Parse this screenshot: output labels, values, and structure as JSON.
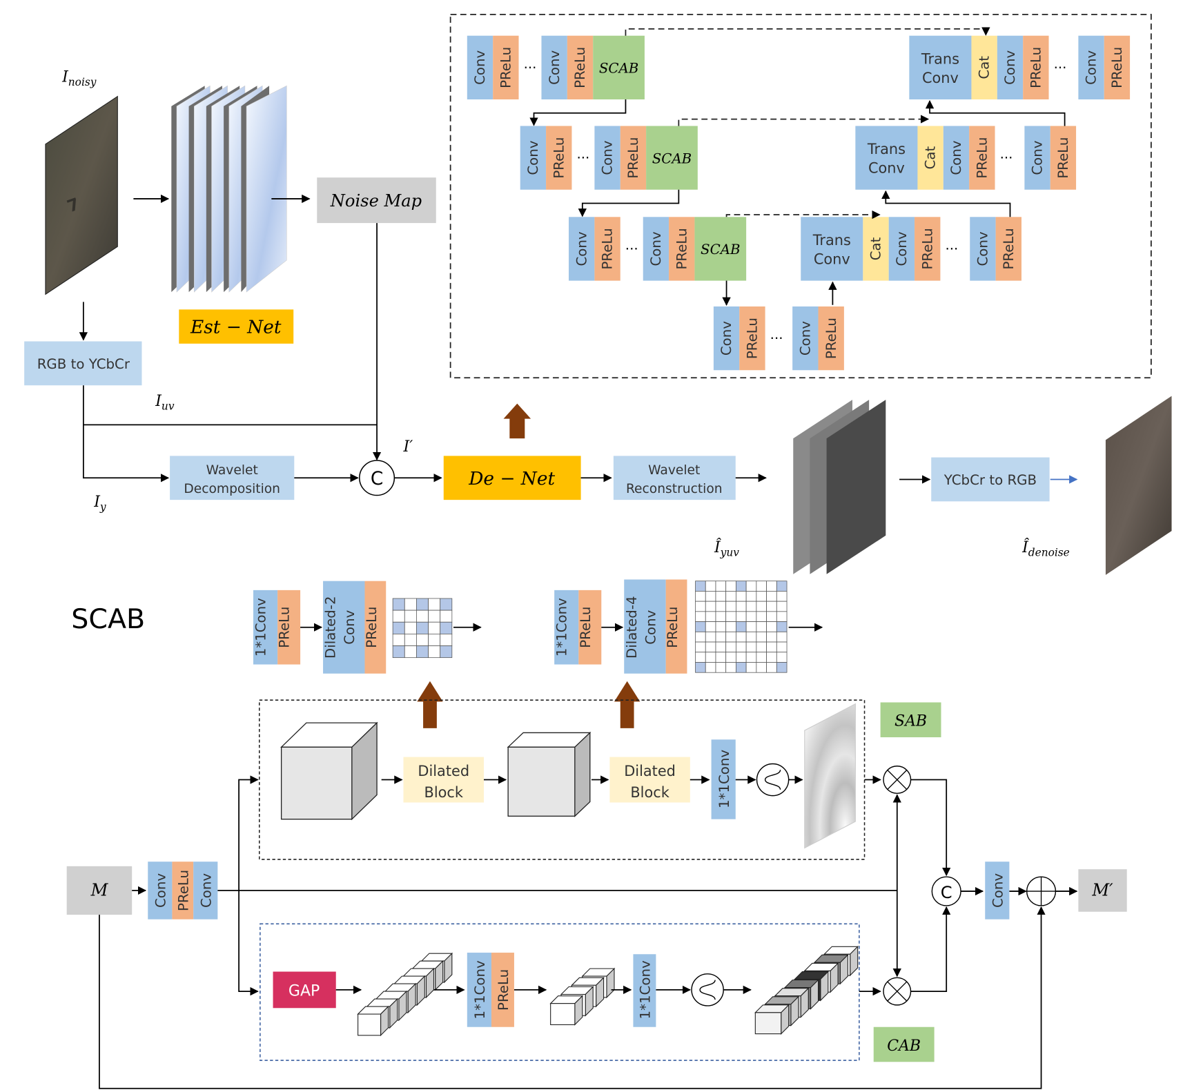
{
  "labels": {
    "i_noisy": "I_noisy",
    "i_uv": "I_uv",
    "i_y": "I_y",
    "i_prime": "I′",
    "i_yuv_hat": "Î_yuv",
    "i_denoise_hat": "Î_denoise",
    "m": "M",
    "m_prime": "M′",
    "scab_title": "SCAB"
  },
  "blocks": {
    "est_net": "Est − Net",
    "de_net": "De − Net",
    "noise_map": "Noise Map",
    "rgb_to_ycbcr": "RGB to YCbCr",
    "ycbcr_to_rgb": "YCbCr to RGB",
    "wavelet_decomp_1": "Wavelet",
    "wavelet_decomp_2": "Decomposition",
    "wavelet_recon_1": "Wavelet",
    "wavelet_recon_2": "Reconstruction",
    "concat": "C",
    "sab": "SAB",
    "cab": "CAB",
    "gap": "GAP",
    "dilated_block_1": "Dilated",
    "dilated_block_2": "Block"
  },
  "layers": {
    "conv": "Conv",
    "prelu": "PReLu",
    "scab": "SCAB",
    "trans": "Trans",
    "cat": "Cat",
    "conv1x1": "1*1Conv",
    "dilated2_a": "Dilated-2",
    "dilated4_a": "Dilated-4",
    "ellipsis": "···"
  },
  "colors": {
    "conv": "#9dc3e6",
    "prelu": "#f4b183",
    "scab": "#a9d18e",
    "cat": "#ffe699",
    "orange": "#ffc000",
    "gray": "#d0d0d0",
    "lightblue": "#bdd7ee",
    "dilated": "#fff2cc",
    "gap": "#d6305f",
    "brown": "#843c0c"
  }
}
